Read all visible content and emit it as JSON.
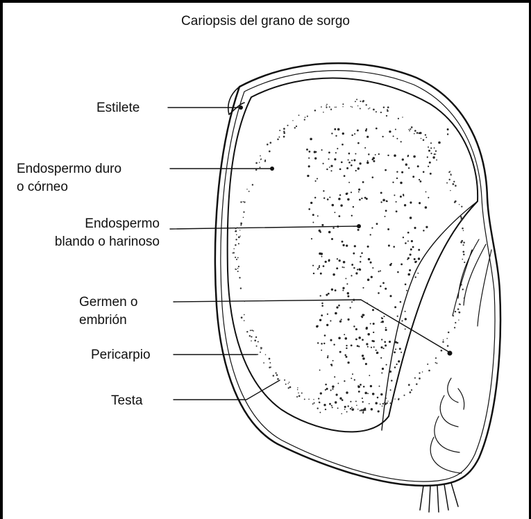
{
  "title": "Cariopsis del grano de sorgo",
  "labels": {
    "estilete": "Estilete",
    "endospermo_duro_l1": "Endospermo duro",
    "endospermo_duro_l2": "o córneo",
    "endospermo_blando_l1": "Endospermo",
    "endospermo_blando_l2": "blando o harinoso",
    "germen_l1": "Germen o",
    "germen_l2": "embrión",
    "pericarpio": "Pericarpio",
    "testa": "Testa"
  }
}
